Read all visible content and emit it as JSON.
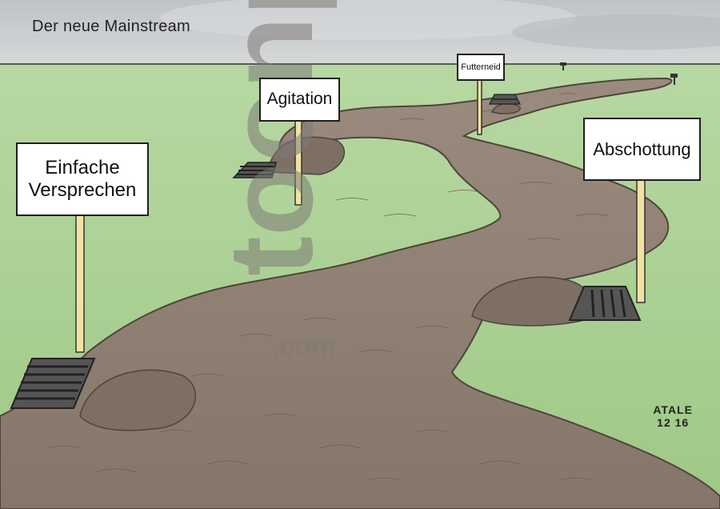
{
  "title": "Der neue Mainstream",
  "signs": {
    "einfache_line1": "Einfache",
    "einfache_line2": "Versprechen",
    "agitation": "Agitation",
    "abschottung": "Abschottung",
    "futterneid": "Futterneid"
  },
  "watermark": {
    "text": "toonpool",
    "domain": ".com"
  },
  "signature": {
    "name": "ATALE",
    "date": "12 16"
  },
  "colors": {
    "sky": "#c9ccce",
    "grass": "#a9cf92",
    "river": "#8c7d70",
    "river_edge": "#6d5e52",
    "post": "#f0e3a2",
    "drain": "#3a3a3a"
  }
}
